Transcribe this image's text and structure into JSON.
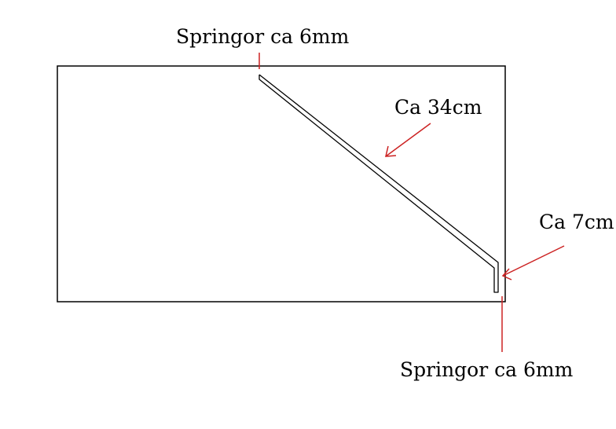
{
  "labels": {
    "top_spring": "Springor ca 6mm",
    "length": "Ca 34cm",
    "height": "Ca 7cm",
    "bottom_spring": "Springor ca 6mm"
  },
  "colors": {
    "outline": "#000000",
    "annotation": "#cc2222",
    "background": "#ffffff"
  }
}
